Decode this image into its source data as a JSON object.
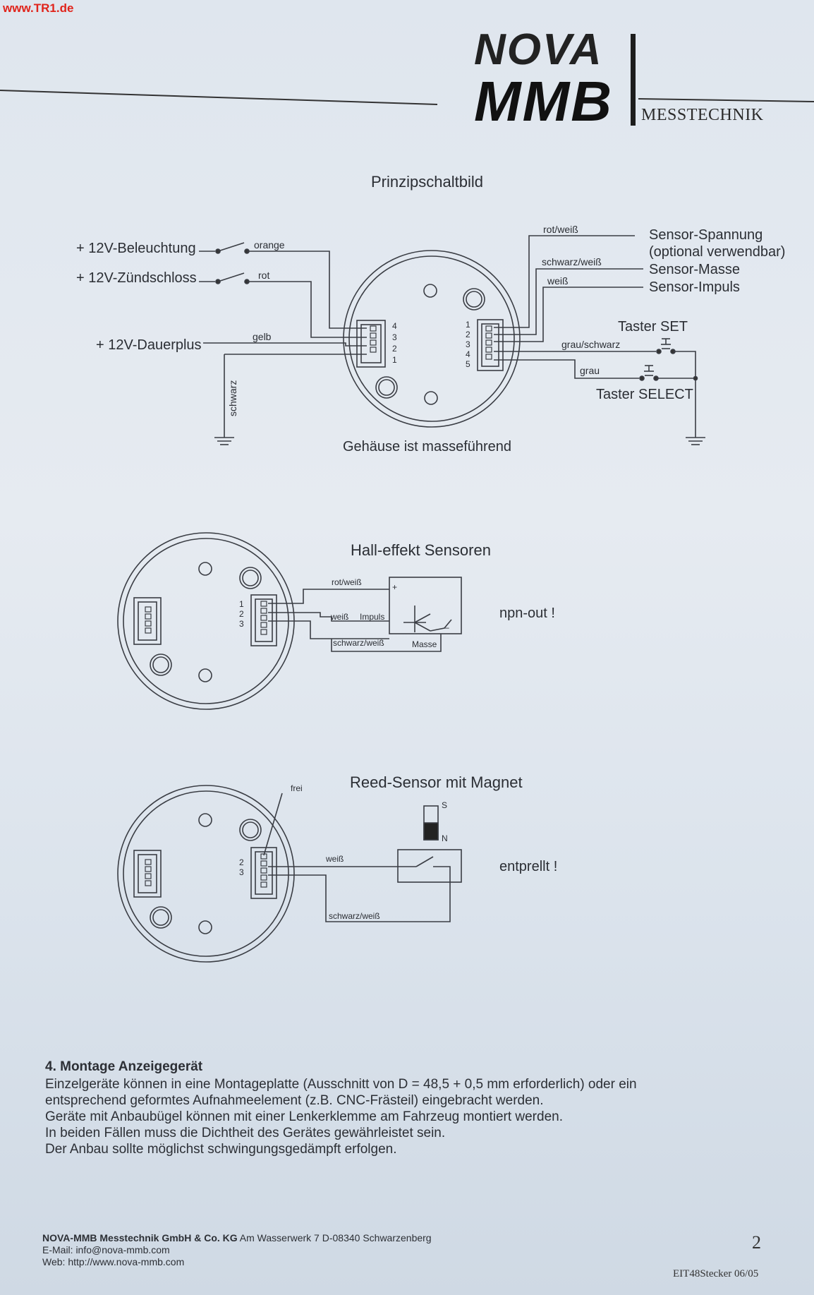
{
  "watermark": "www.TR1.de",
  "logo": {
    "line1": "NOVA",
    "line2": "MMB",
    "subtitle": "MESSTECHNIK"
  },
  "diagram1": {
    "title": "Prinzipschaltbild",
    "inputs": [
      "+ 12V-Beleuchtung",
      "+ 12V-Zündschloss",
      "+ 12V-Dauerplus"
    ],
    "wire_colors_left": [
      "orange",
      "rot",
      "gelb",
      "schwarz"
    ],
    "left_pins": [
      "4",
      "3",
      "2",
      "1"
    ],
    "right_pins": [
      "1",
      "2",
      "3",
      "4",
      "5"
    ],
    "wire_colors_right": [
      "rot/weiß",
      "schwarz/weiß",
      "weiß",
      "grau/schwarz",
      "grau"
    ],
    "sensor_labels": [
      "Sensor-Spannung",
      "(optional verwendbar)",
      "Sensor-Masse",
      "Sensor-Impuls"
    ],
    "switches": [
      "Taster SET",
      "Taster SELECT"
    ],
    "caption": "Gehäuse ist masseführend"
  },
  "diagram2": {
    "title": "Hall-effekt Sensoren",
    "pins": [
      "1",
      "2",
      "3"
    ],
    "wire_labels": [
      "rot/weiß",
      "weiß",
      "Impuls",
      "schwarz/weiß",
      "Masse"
    ],
    "signs": [
      "+",
      "–"
    ],
    "note": "npn-out !"
  },
  "diagram3": {
    "title": "Reed-Sensor mit Magnet",
    "free_label": "frei",
    "pins": [
      "2",
      "3"
    ],
    "wire_labels": [
      "weiß",
      "schwarz/weiß"
    ],
    "magnet_poles": [
      "S",
      "N"
    ],
    "note": "entprellt !"
  },
  "section": {
    "heading": "4. Montage Anzeigegerät",
    "lines": [
      "Einzelgeräte können in eine Montageplatte (Ausschnitt von D = 48,5 + 0,5 mm erforderlich) oder ein",
      "entsprechend geformtes Aufnahmeelement (z.B. CNC-Frästeil) eingebracht werden.",
      "Geräte mit Anbaubügel können mit einer Lenkerklemme am Fahrzeug montiert werden.",
      "In beiden Fällen muss die Dichtheit des Gerätes gewährleistet sein.",
      "Der Anbau sollte möglichst schwingungsgedämpft erfolgen."
    ]
  },
  "footer": {
    "company": "NOVA-MMB Messtechnik GmbH & Co. KG",
    "address": "Am Wasserwerk 7 D-08340 Schwarzenberg",
    "email": "E-Mail: info@nova-mmb.com",
    "web": "Web: http://www.nova-mmb.com",
    "page_number": "2",
    "doc_code": "EIT48Stecker 06/05"
  },
  "colors": {
    "accent_watermark": "#e0241b",
    "ink": "#2a2d33",
    "paper": "#e2e8ef"
  }
}
